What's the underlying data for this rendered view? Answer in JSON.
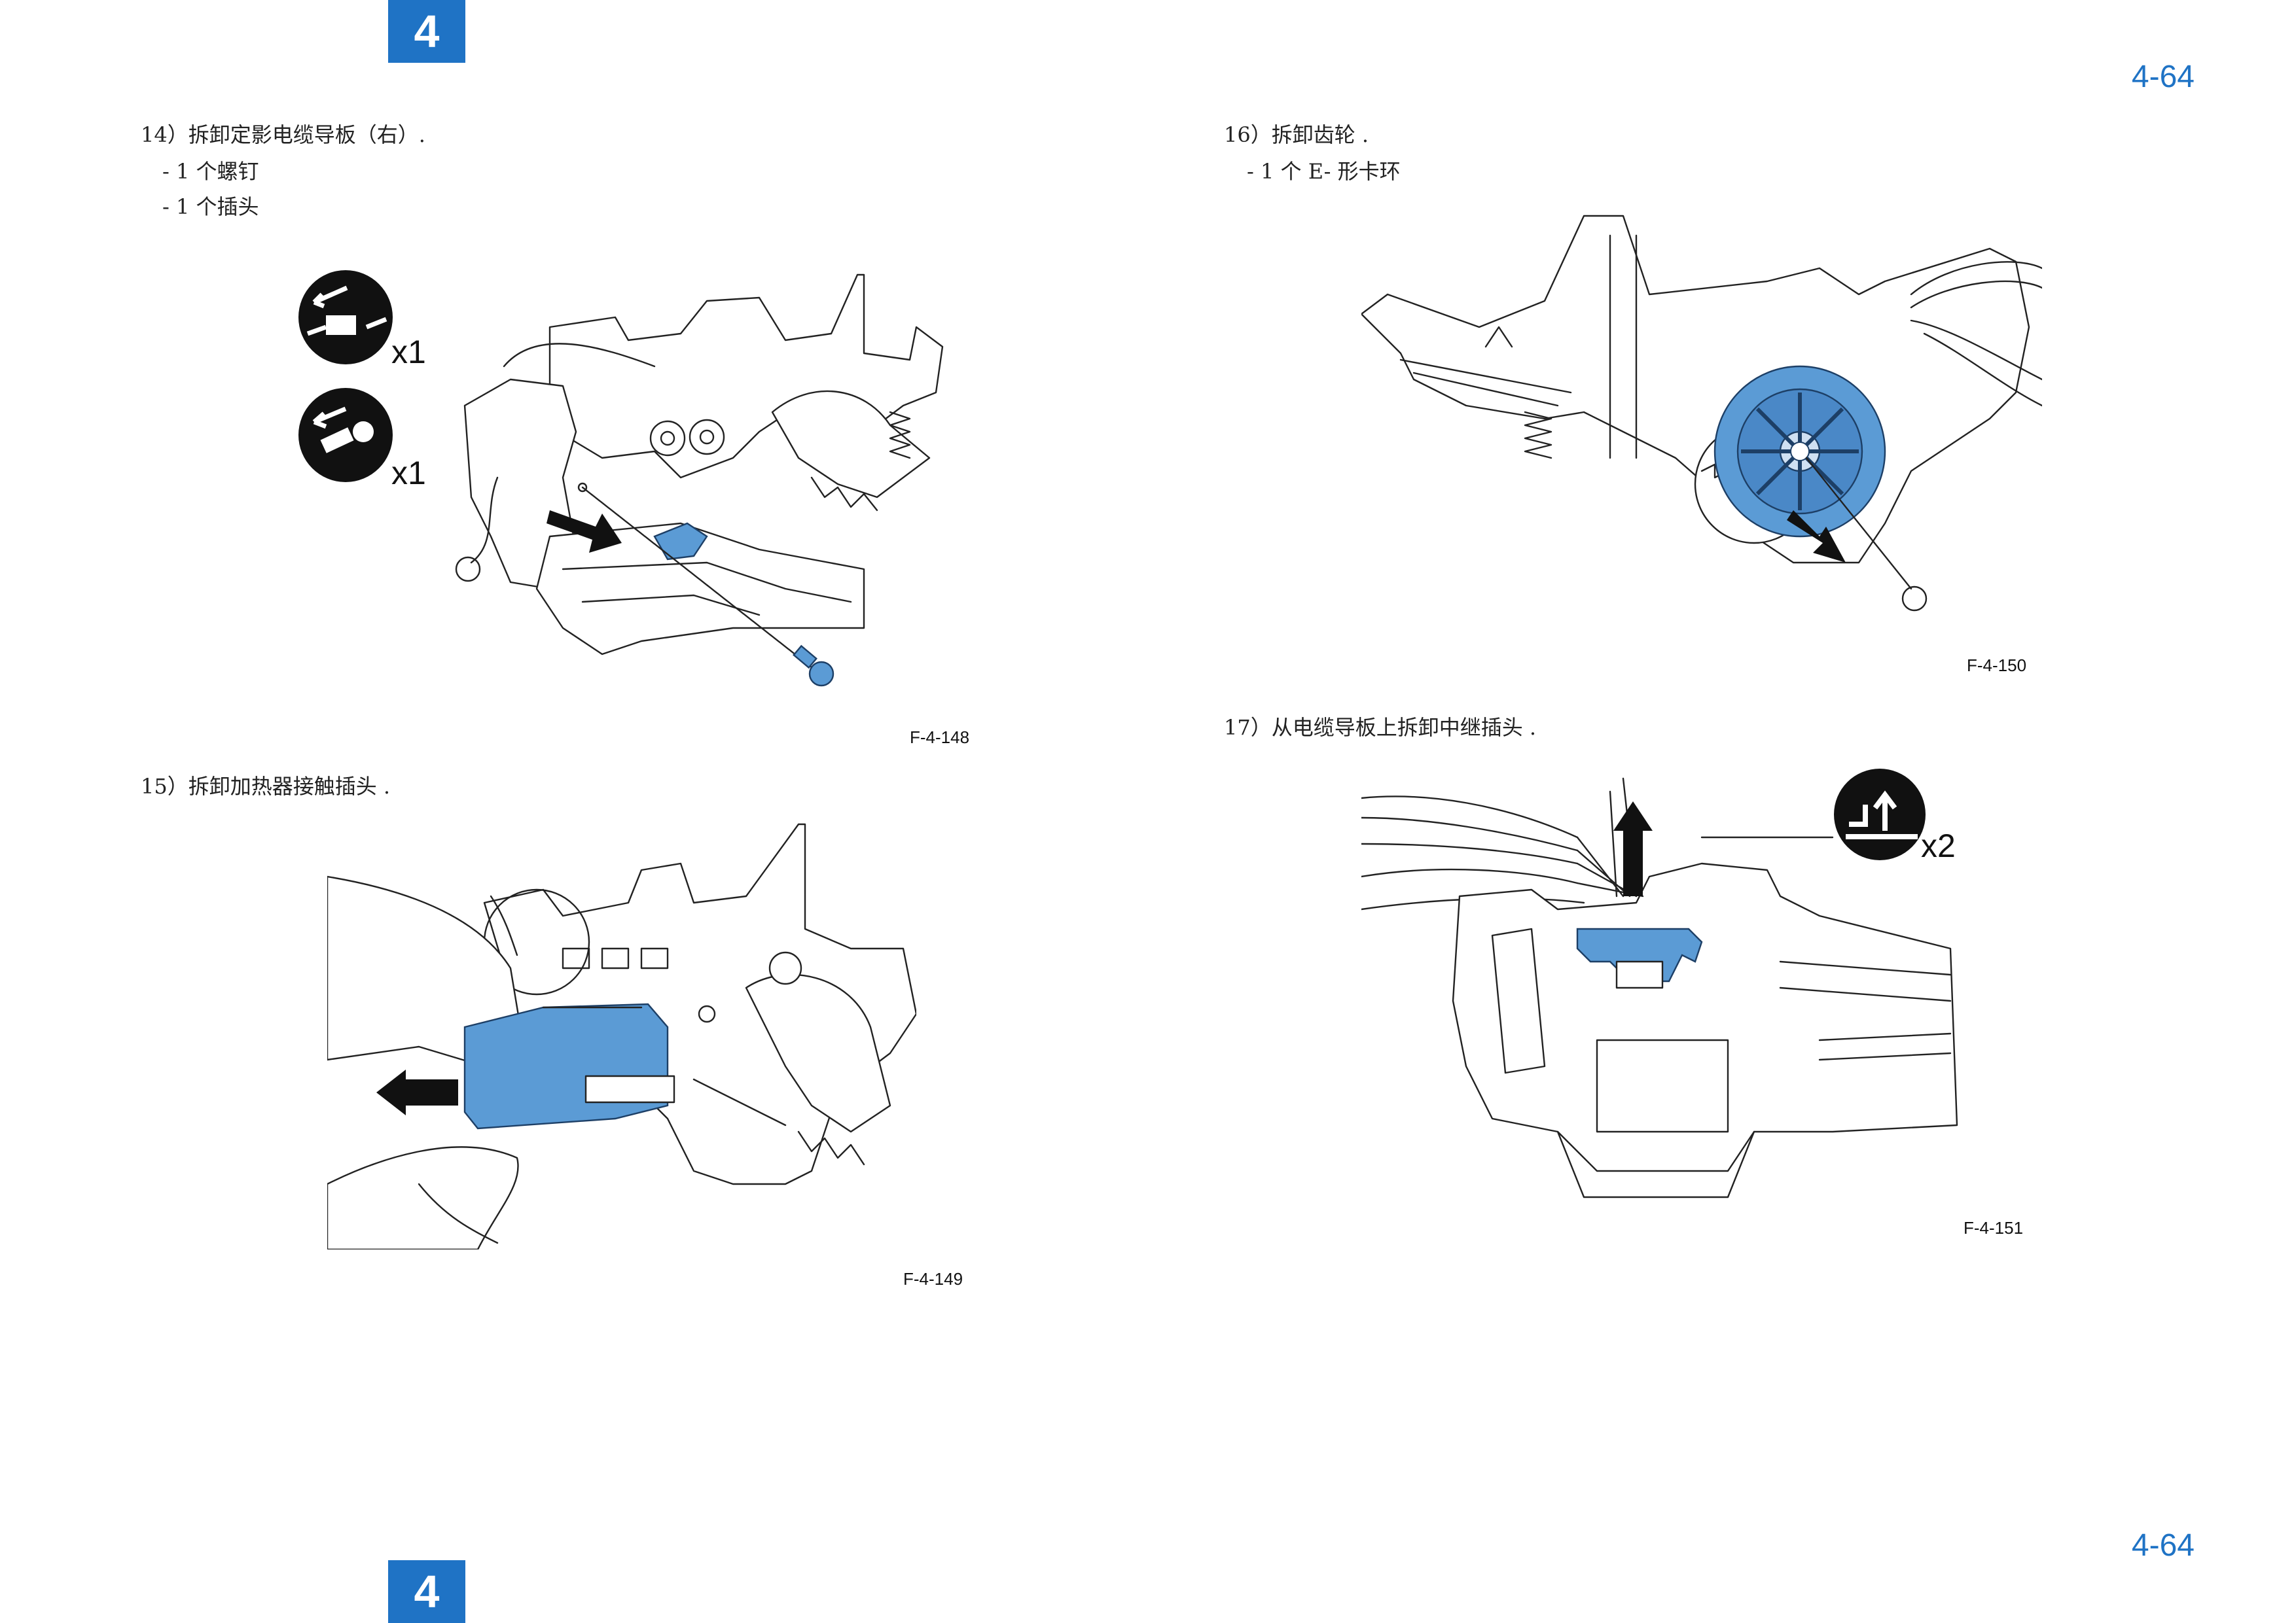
{
  "header": {
    "chapter_tab": "4",
    "page_number": "4-64"
  },
  "footer": {
    "chapter_tab": "4",
    "page_number": "4-64"
  },
  "steps": [
    {
      "title": "14）拆卸定影电缆导板（右）.",
      "items": [
        "- 1 个螺钉",
        "- 1 个插头"
      ],
      "figure": "F-4-148",
      "badges": [
        {
          "icon": "connector-icon",
          "count": "x1"
        },
        {
          "icon": "screw-icon",
          "count": "x1"
        }
      ]
    },
    {
      "title": "15）拆卸加热器接触插头 .",
      "items": [],
      "figure": "F-4-149"
    },
    {
      "title": "16）拆卸齿轮 .",
      "items": [
        "- 1 个 E- 形卡环"
      ],
      "figure": "F-4-150"
    },
    {
      "title": "17）从电缆导板上拆卸中继插头 .",
      "items": [],
      "figure": "F-4-151",
      "badges": [
        {
          "icon": "claw-release-icon",
          "count": "x2"
        }
      ]
    }
  ],
  "colors": {
    "accent": "#1f73c5",
    "highlight_part": "#5b9bd5"
  }
}
